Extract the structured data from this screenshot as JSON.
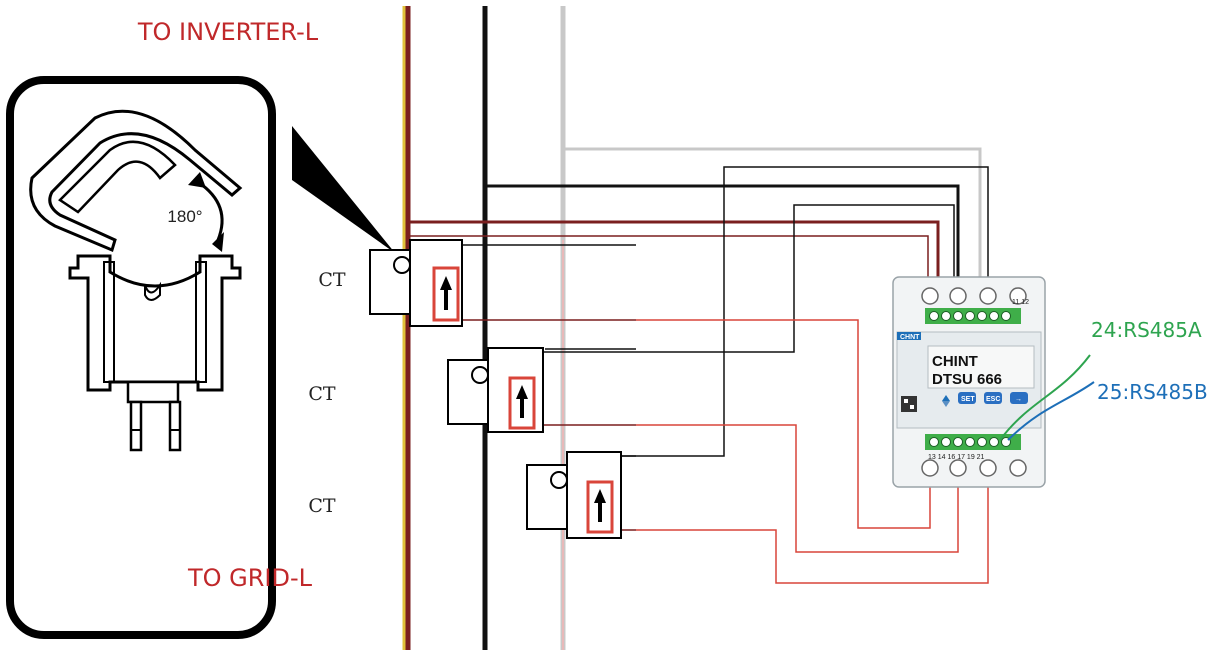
{
  "labels": {
    "top": "TO INVERTER-L",
    "bottom": "TO GRID-L",
    "ct": [
      "CT",
      "CT",
      "CT"
    ],
    "angle": "180°",
    "rs485a": "24:RS485A",
    "rs485b": "25:RS485B"
  },
  "meter": {
    "logo": "CHNT",
    "brand": "CHINT",
    "model": "DTSU 666",
    "top_terminals": "11 12",
    "bottom_terminals": "13 14 16 17 19 21",
    "buttons": [
      "SET",
      "ESC",
      "→"
    ]
  },
  "colors": {
    "phase_brown": "#7a1f1f",
    "phase_black": "#111111",
    "phase_grey": "#c8c8c8",
    "neutral_yellow": "#e0c13a",
    "wire_red": "#d9453a",
    "rs485a_green": "#2ea44f",
    "rs485b_blue": "#1d6fb8",
    "label_red": "#c0282a"
  }
}
